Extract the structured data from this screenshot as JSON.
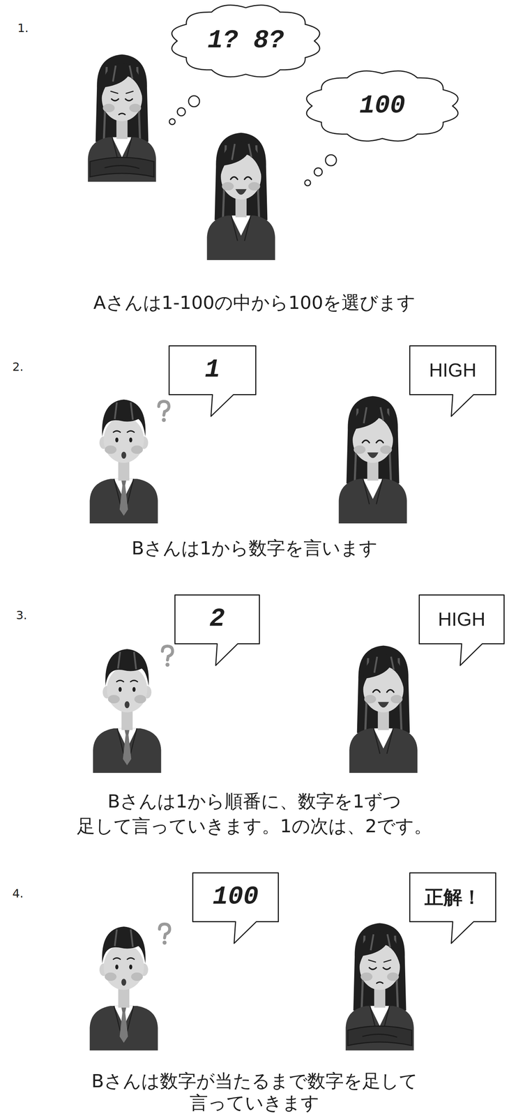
{
  "diagram": {
    "nodes": [
      {
        "text": [
          "1? 8?"
        ]
      },
      {
        "text": [
          "100"
        ]
      },
      {
        "text": [
          "1"
        ]
      },
      {
        "text": [
          "HIGH"
        ]
      },
      {
        "text": [
          "2"
        ]
      },
      {
        "text": [
          "HIGH"
        ]
      },
      {
        "text": [
          "100"
        ]
      },
      {
        "text": [
          "正解！"
        ]
      }
    ],
    "labels": [
      "1.",
      "Aさんは1-100の中から100を選びます",
      "2.",
      "Bさんは1から数字を言います",
      "3.",
      "Bさんは1から順番に、数字を1ずつ 足して言っていきます。1の次は、2です。",
      "4.",
      "Bさんは数字が当たるまで数字を足して 言っていきます"
    ]
  }
}
